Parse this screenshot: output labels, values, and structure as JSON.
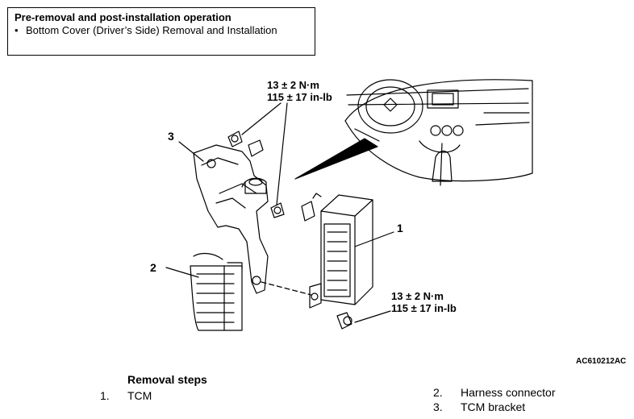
{
  "notice": {
    "title": "Pre-removal and post-installation operation",
    "bullet": "•",
    "item": "Bottom Cover (Driver’s Side) Removal and Installation"
  },
  "torque_top": {
    "line1": "13 ± 2 N·m",
    "line2": "115 ± 17 in-lb"
  },
  "torque_bottom": {
    "line1": "13 ± 2 N·m",
    "line2": "115 ± 17 in-lb"
  },
  "callouts": {
    "one": "1",
    "two": "2",
    "three": "3"
  },
  "figure_code": "AC610212AC",
  "removal": {
    "title": "Removal steps",
    "steps": [
      {
        "num": "1.",
        "label": "TCM"
      },
      {
        "num": "2.",
        "label": "Harness connector"
      },
      {
        "num": "3.",
        "label": "TCM bracket"
      }
    ]
  }
}
